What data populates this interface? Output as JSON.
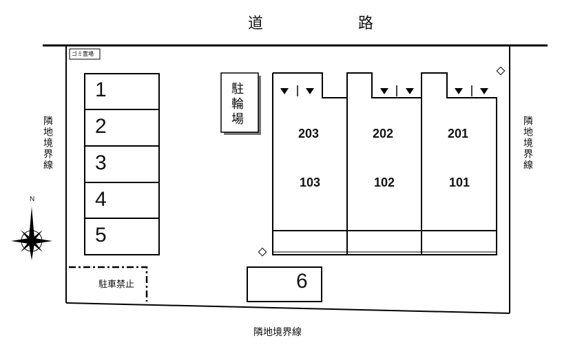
{
  "road_label": "道　路",
  "boundary_label": "隣地境界線",
  "garbage_label": "ゴミ置場",
  "bicycle_parking_label": "駐輪場",
  "no_parking_label": "駐車禁止",
  "compass_label": "N",
  "parking_spaces": [
    "1",
    "2",
    "3",
    "4",
    "5",
    "6"
  ],
  "units_upper": [
    "203",
    "202",
    "201"
  ],
  "units_lower": [
    "103",
    "102",
    "101"
  ]
}
